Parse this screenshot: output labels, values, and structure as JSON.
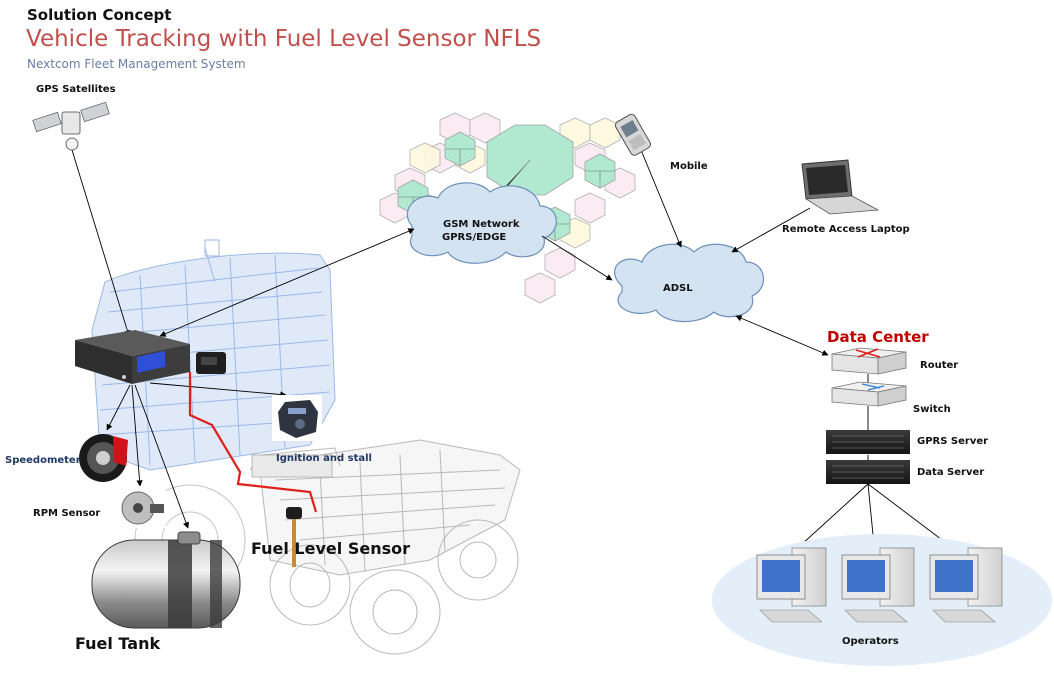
{
  "header": {
    "kicker": "Solution Concept",
    "title": "Vehicle Tracking with Fuel Level Sensor NFLS",
    "subtitle": "Nextcom Fleet Management System"
  },
  "colors": {
    "title": "#c0504d",
    "subtitle": "#6a7fa6",
    "data_center": "#c00000",
    "signal_wire": "#e0201a",
    "cloud_fill": "#d4e3f2",
    "cell_green": "#a8e6cc",
    "truck_line": "#4b7fd6",
    "operators_ellipse": "#e3eef8"
  },
  "labels": {
    "gps": "GPS Satellites",
    "gsm": "GSM Network",
    "gprs": "GPRS/EDGE",
    "mobile": "Mobile",
    "laptop": "Remote Access Laptop",
    "adsl": "ADSL",
    "data_center": "Data Center",
    "router": "Router",
    "switch": "Switch",
    "gprs_server": "GPRS Server",
    "data_server": "Data Server",
    "operators": "Operators",
    "speedometer": "Speedometer",
    "rpm": "RPM Sensor",
    "ignition": "Ignition and stall",
    "fuel_level": "Fuel Level Sensor",
    "fuel_tank": "Fuel Tank"
  },
  "connections": [
    {
      "from": "gps",
      "to": "tracker"
    },
    {
      "from": "tracker",
      "to": "gsm"
    },
    {
      "from": "gsm",
      "to": "adsl"
    },
    {
      "from": "mobile",
      "to": "adsl"
    },
    {
      "from": "laptop",
      "to": "adsl"
    },
    {
      "from": "adsl",
      "to": "router"
    },
    {
      "from": "tracker",
      "to": "speedometer"
    },
    {
      "from": "tracker",
      "to": "rpm"
    },
    {
      "from": "tracker",
      "to": "fuel_tank"
    },
    {
      "from": "tracker",
      "to": "ignition"
    },
    {
      "from": "display",
      "to": "fuel_level"
    },
    {
      "from": "router",
      "to": "switch"
    },
    {
      "from": "switch",
      "to": "gprs_server"
    },
    {
      "from": "gprs_server",
      "to": "data_server"
    },
    {
      "from": "data_server",
      "to": "operators"
    }
  ]
}
